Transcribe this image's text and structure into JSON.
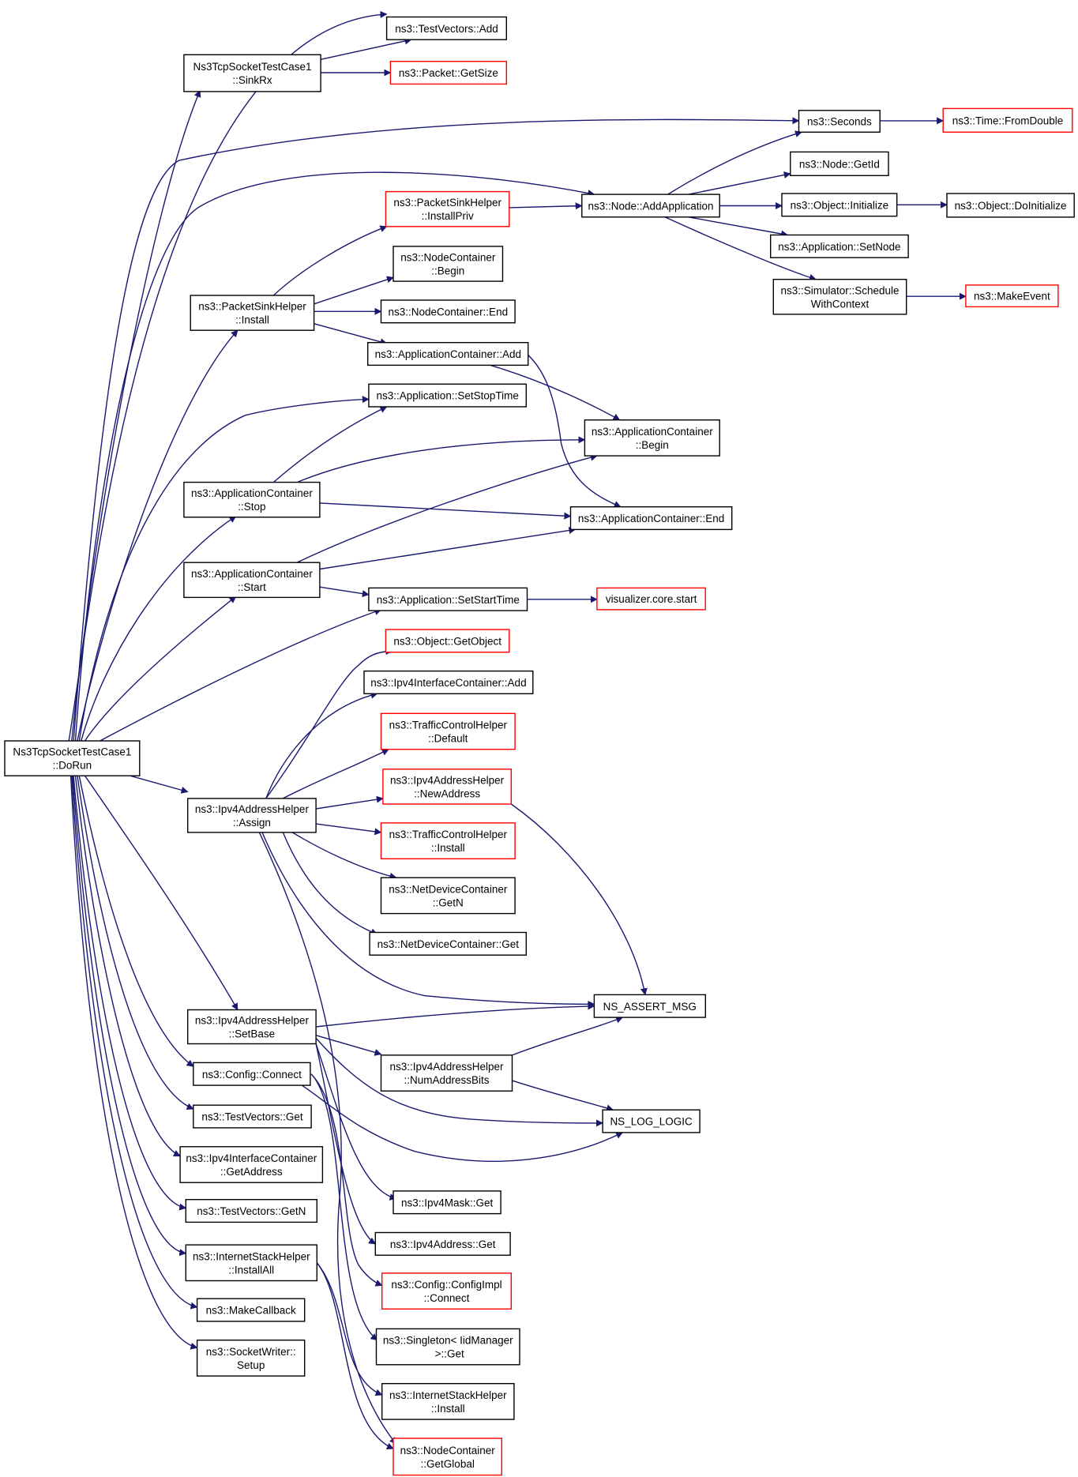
{
  "colors": {
    "edge": "#191970",
    "box_border_normal": "#000000",
    "box_border_truncated": "#ff0000",
    "root_fill": "#bfbfbf"
  },
  "nodes": {
    "doRun": {
      "lines": [
        "Ns3TcpSocketTestCase1",
        "::DoRun"
      ],
      "style": "root"
    },
    "tvAdd": {
      "lines": [
        "ns3::TestVectors::Add"
      ],
      "style": "normal"
    },
    "sinkRx": {
      "lines": [
        "Ns3TcpSocketTestCase1",
        "::SinkRx"
      ],
      "style": "normal"
    },
    "pktGetSize": {
      "lines": [
        "ns3::Packet::GetSize"
      ],
      "style": "truncated"
    },
    "seconds": {
      "lines": [
        "ns3::Seconds"
      ],
      "style": "normal"
    },
    "timeFromDouble": {
      "lines": [
        "ns3::Time::FromDouble"
      ],
      "style": "truncated"
    },
    "nodeGetId": {
      "lines": [
        "ns3::Node::GetId"
      ],
      "style": "normal"
    },
    "installPriv": {
      "lines": [
        "ns3::PacketSinkHelper",
        "::InstallPriv"
      ],
      "style": "truncated"
    },
    "nodeAddApp": {
      "lines": [
        "ns3::Node::AddApplication"
      ],
      "style": "normal"
    },
    "objInit": {
      "lines": [
        "ns3::Object::Initialize"
      ],
      "style": "normal"
    },
    "objDoInit": {
      "lines": [
        "ns3::Object::DoInitialize"
      ],
      "style": "normal"
    },
    "ncBegin": {
      "lines": [
        "ns3::NodeContainer",
        "::Begin"
      ],
      "style": "normal"
    },
    "appSetNode": {
      "lines": [
        "ns3::Application::SetNode"
      ],
      "style": "normal"
    },
    "pshInstall": {
      "lines": [
        "ns3::PacketSinkHelper",
        "::Install"
      ],
      "style": "normal"
    },
    "ncEnd": {
      "lines": [
        "ns3::NodeContainer::End"
      ],
      "style": "normal"
    },
    "simSchedule": {
      "lines": [
        "ns3::Simulator::Schedule",
        "WithContext"
      ],
      "style": "normal"
    },
    "makeEvent": {
      "lines": [
        "ns3::MakeEvent"
      ],
      "style": "truncated"
    },
    "acAdd": {
      "lines": [
        "ns3::ApplicationContainer::Add"
      ],
      "style": "normal"
    },
    "appSetStop": {
      "lines": [
        "ns3::Application::SetStopTime"
      ],
      "style": "normal"
    },
    "acBegin": {
      "lines": [
        "ns3::ApplicationContainer",
        "::Begin"
      ],
      "style": "normal"
    },
    "acStop": {
      "lines": [
        "ns3::ApplicationContainer",
        "::Stop"
      ],
      "style": "normal"
    },
    "acEnd": {
      "lines": [
        "ns3::ApplicationContainer::End"
      ],
      "style": "normal"
    },
    "acStart": {
      "lines": [
        "ns3::ApplicationContainer",
        "::Start"
      ],
      "style": "normal"
    },
    "appSetStart": {
      "lines": [
        "ns3::Application::SetStartTime"
      ],
      "style": "normal"
    },
    "vizStart": {
      "lines": [
        "visualizer.core.start"
      ],
      "style": "truncated"
    },
    "objGetObject": {
      "lines": [
        "ns3::Object::GetObject"
      ],
      "style": "truncated"
    },
    "ipv4IcAdd": {
      "lines": [
        "ns3::Ipv4InterfaceContainer::Add"
      ],
      "style": "normal"
    },
    "tchDefault": {
      "lines": [
        "ns3::TrafficControlHelper",
        "::Default"
      ],
      "style": "truncated"
    },
    "ipv4NewAddr": {
      "lines": [
        "ns3::Ipv4AddressHelper",
        "::NewAddress"
      ],
      "style": "truncated"
    },
    "ipv4Assign": {
      "lines": [
        "ns3::Ipv4AddressHelper",
        "::Assign"
      ],
      "style": "normal"
    },
    "tchInstall": {
      "lines": [
        "ns3::TrafficControlHelper",
        "::Install"
      ],
      "style": "truncated"
    },
    "ndcGetN": {
      "lines": [
        "ns3::NetDeviceContainer",
        "::GetN"
      ],
      "style": "normal"
    },
    "ndcGet": {
      "lines": [
        "ns3::NetDeviceContainer::Get"
      ],
      "style": "normal"
    },
    "nsAssertMsg": {
      "lines": [
        "NS_ASSERT_MSG"
      ],
      "style": "normal"
    },
    "ipv4SetBase": {
      "lines": [
        "ns3::Ipv4AddressHelper",
        "::SetBase"
      ],
      "style": "normal"
    },
    "numAddrBits": {
      "lines": [
        "ns3::Ipv4AddressHelper",
        "::NumAddressBits"
      ],
      "style": "normal"
    },
    "cfgConnect": {
      "lines": [
        "ns3::Config::Connect"
      ],
      "style": "normal"
    },
    "nsLogLogic": {
      "lines": [
        "NS_LOG_LOGIC"
      ],
      "style": "normal"
    },
    "tvGet": {
      "lines": [
        "ns3::TestVectors::Get"
      ],
      "style": "normal"
    },
    "ipv4IcGetAddr": {
      "lines": [
        "ns3::Ipv4InterfaceContainer",
        "::GetAddress"
      ],
      "style": "normal"
    },
    "maskGet": {
      "lines": [
        "ns3::Ipv4Mask::Get"
      ],
      "style": "normal"
    },
    "tvGetN": {
      "lines": [
        "ns3::TestVectors::GetN"
      ],
      "style": "normal"
    },
    "addrGet": {
      "lines": [
        "ns3::Ipv4Address::Get"
      ],
      "style": "normal"
    },
    "ishInstallAll": {
      "lines": [
        "ns3::InternetStackHelper",
        "::InstallAll"
      ],
      "style": "normal"
    },
    "cfgImplConnect": {
      "lines": [
        "ns3::Config::ConfigImpl",
        "::Connect"
      ],
      "style": "truncated"
    },
    "makeCallback": {
      "lines": [
        "ns3::MakeCallback"
      ],
      "style": "normal"
    },
    "singletonGet": {
      "lines": [
        "ns3::Singleton< IidManager",
        " >::Get"
      ],
      "style": "normal"
    },
    "swSetup": {
      "lines": [
        "ns3::SocketWriter::",
        "Setup"
      ],
      "style": "normal"
    },
    "ishInstall": {
      "lines": [
        "ns3::InternetStackHelper",
        "::Install"
      ],
      "style": "normal"
    },
    "ncGetGlobal": {
      "lines": [
        "ns3::NodeContainer",
        "::GetGlobal"
      ],
      "style": "truncated"
    }
  }
}
